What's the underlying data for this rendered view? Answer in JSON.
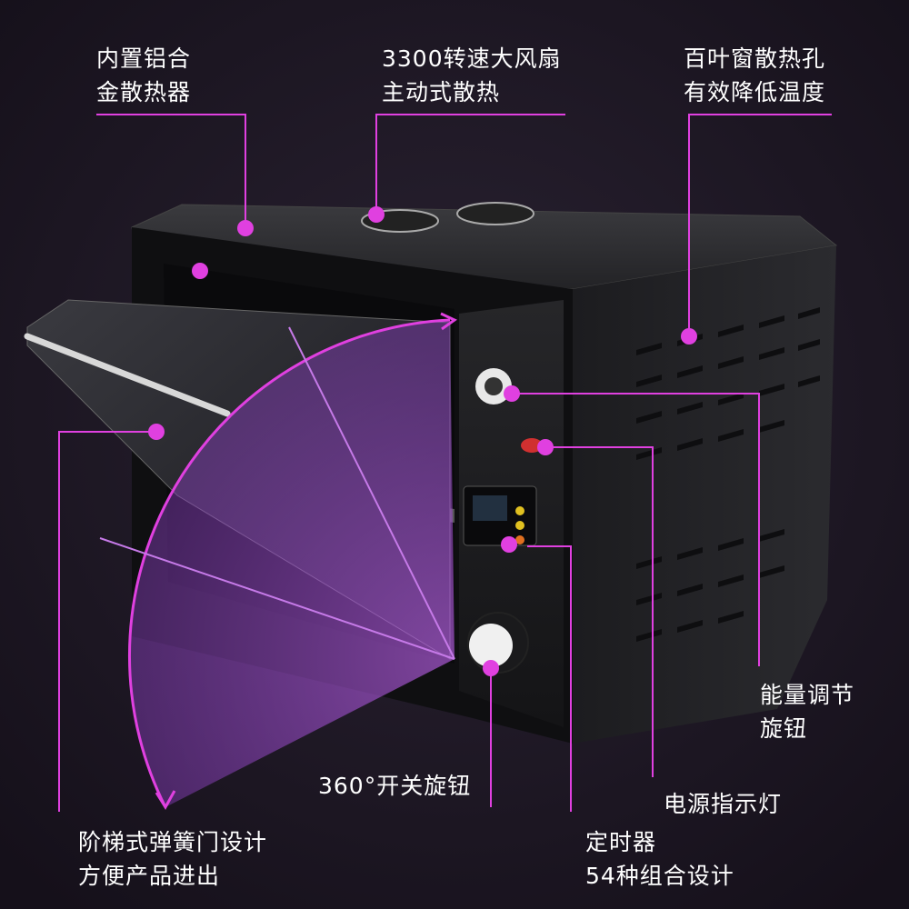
{
  "colors": {
    "background": "#1b1522",
    "accent": "#e040e0",
    "door_overlay": "#b060e0"
  },
  "callouts": {
    "heatsink": {
      "line1": "内置铝合",
      "line2": "金散热器"
    },
    "fan": {
      "line1": "3300转速大风扇",
      "line2": "主动式散热"
    },
    "vent": {
      "line1": "百叶窗散热孔",
      "line2": "有效降低温度"
    },
    "energy_knob": {
      "line1": "能量调节",
      "line2": "旋钮"
    },
    "power_light": {
      "line1": "电源指示灯"
    },
    "switch_knob": {
      "line1": "360°开关旋钮"
    },
    "door": {
      "line1": "阶梯式弹簧门设计",
      "line2": "方便产品进出"
    },
    "timer": {
      "line1": "定时器",
      "line2": "54种组合设计"
    }
  }
}
